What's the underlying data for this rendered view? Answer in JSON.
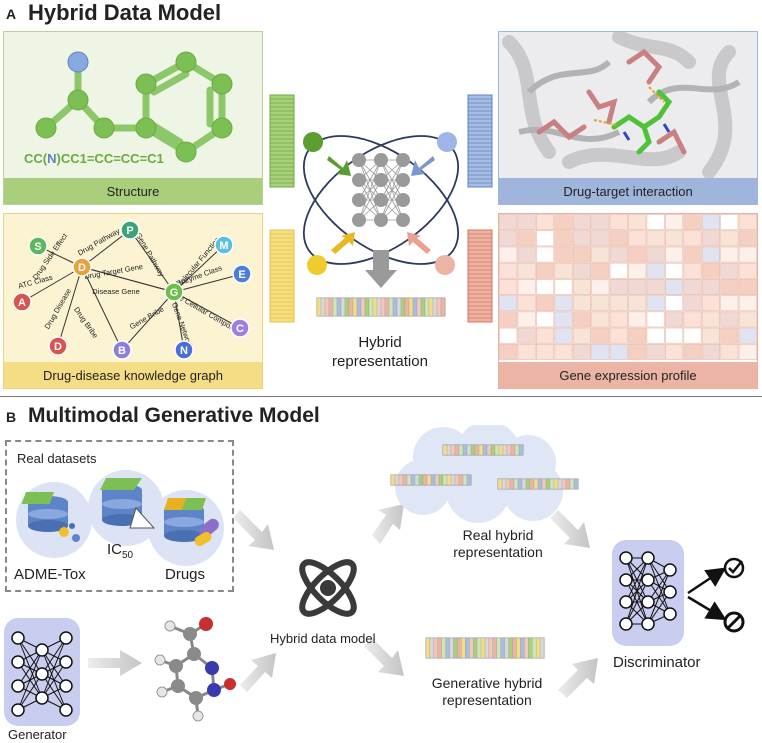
{
  "panel_a": {
    "letter": "A",
    "title": "Hybrid Data Model",
    "structure": {
      "smiles_prefix": "CC(",
      "smiles_n": "N",
      "smiles_suffix": ")CC1=CC=CC=C1",
      "caption": "Structure"
    },
    "dti": {
      "caption": "Drug-target interaction"
    },
    "kg": {
      "caption": "Drug-disease knowledge graph",
      "nodes": [
        {
          "id": "S",
          "color": "#5cb85c"
        },
        {
          "id": "P",
          "color": "#3aa37a"
        },
        {
          "id": "M",
          "color": "#5bc0de"
        },
        {
          "id": "A",
          "color": "#d9534f"
        },
        {
          "id": "D",
          "color": "#e8a23b"
        },
        {
          "id": "G",
          "color": "#6cc04a"
        },
        {
          "id": "E",
          "color": "#4a7fd9"
        },
        {
          "id": "D",
          "color": "#d9534f"
        },
        {
          "id": "B",
          "color": "#8c7fd9"
        },
        {
          "id": "N",
          "color": "#4a6fd9"
        },
        {
          "id": "C",
          "color": "#a07fe0"
        }
      ],
      "edges": [
        "Drug Side Effect",
        "Drug Pathway",
        "Gene Pathway",
        "Molecular Function",
        "ATC Class",
        "Drug Target Gene",
        "Enzyme Class",
        "Disease Gene",
        "Gene Cellular Component",
        "Drug Disease",
        "Drug Bribe",
        "Gene Bribe",
        "Gene Network"
      ]
    },
    "gep": {
      "caption": "Gene expression profile"
    },
    "center": {
      "label": "Hybrid\nrepresentation",
      "line1": "Hybrid",
      "line2": "representation"
    },
    "colors": {
      "structure": "#6aab3d",
      "dti": "#5b84c4",
      "kg": "#e8c23a",
      "gep": "#d9735e"
    }
  },
  "panel_b": {
    "letter": "B",
    "title": "Multimodal Generative Model",
    "real_datasets": "Real datasets",
    "admet": "ADME-Tox",
    "ic50_main": "IC",
    "ic50_sub": "50",
    "drugs": "Drugs",
    "hybrid_model": "Hybrid data model",
    "real_hybrid_1": "Real hybrid",
    "real_hybrid_2": "representation",
    "gen_hybrid_1": "Generative hybrid",
    "gen_hybrid_2": "representation",
    "discriminator": "Discriminator",
    "generator": "Generator"
  }
}
